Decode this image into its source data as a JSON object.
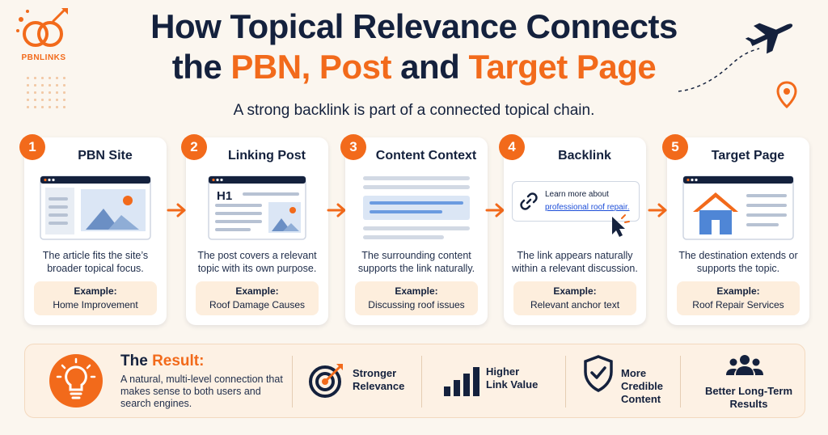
{
  "brand": {
    "logo_text": "PBNLINKS"
  },
  "title": {
    "line1": "How Topical Relevance Connects",
    "line2_a": "the ",
    "line2_pbn": "PBN,",
    "line2_post": " Post",
    "line2_and": " and ",
    "line2_target": "Target Page"
  },
  "subtitle": "A strong backlink is part of a connected topical chain.",
  "colors": {
    "accent": "#f26a1b",
    "navy": "#14213d",
    "background": "#fbf6ef",
    "link": "#1d4ed8"
  },
  "steps": [
    {
      "num": "1",
      "title": "PBN Site",
      "desc": "The article fits the site’s broader topical focus.",
      "example_label": "Example:",
      "example": "Home Improvement",
      "icon": "website-image-icon"
    },
    {
      "num": "2",
      "title": "Linking Post",
      "desc": "The post covers a relevant topic with its own purpose.",
      "example_label": "Example:",
      "example": "Roof Damage Causes",
      "icon": "article-h1-icon",
      "h1": "H1"
    },
    {
      "num": "3",
      "title": "Content Context",
      "desc": "The surrounding content supports the link naturally.",
      "example_label": "Example:",
      "example": "Discussing roof issues",
      "icon": "text-lines-icon"
    },
    {
      "num": "4",
      "title": "Backlink",
      "desc": "The link appears naturally within a relevant discussion.",
      "example_label": "Example:",
      "example": "Relevant anchor text",
      "icon": "link-icon",
      "snippet_text": "Learn more about",
      "snippet_link": "professional roof repair."
    },
    {
      "num": "5",
      "title": "Target Page",
      "desc": "The destination extends or supports the topic.",
      "example_label": "Example:",
      "example": "Roof Repair Services",
      "icon": "house-icon"
    }
  ],
  "result": {
    "title_a": "The ",
    "title_b": "Result:",
    "desc": "A natural, multi-level connection that makes sense to both users and search engines.",
    "benefits": [
      {
        "label": "Stronger Relevance",
        "icon": "target-icon"
      },
      {
        "label": "Higher Link Value",
        "icon": "bar-chart-icon"
      },
      {
        "label": "More Credible Content",
        "icon": "shield-check-icon"
      },
      {
        "label": "Better Long-Term Results",
        "icon": "users-icon"
      }
    ]
  }
}
